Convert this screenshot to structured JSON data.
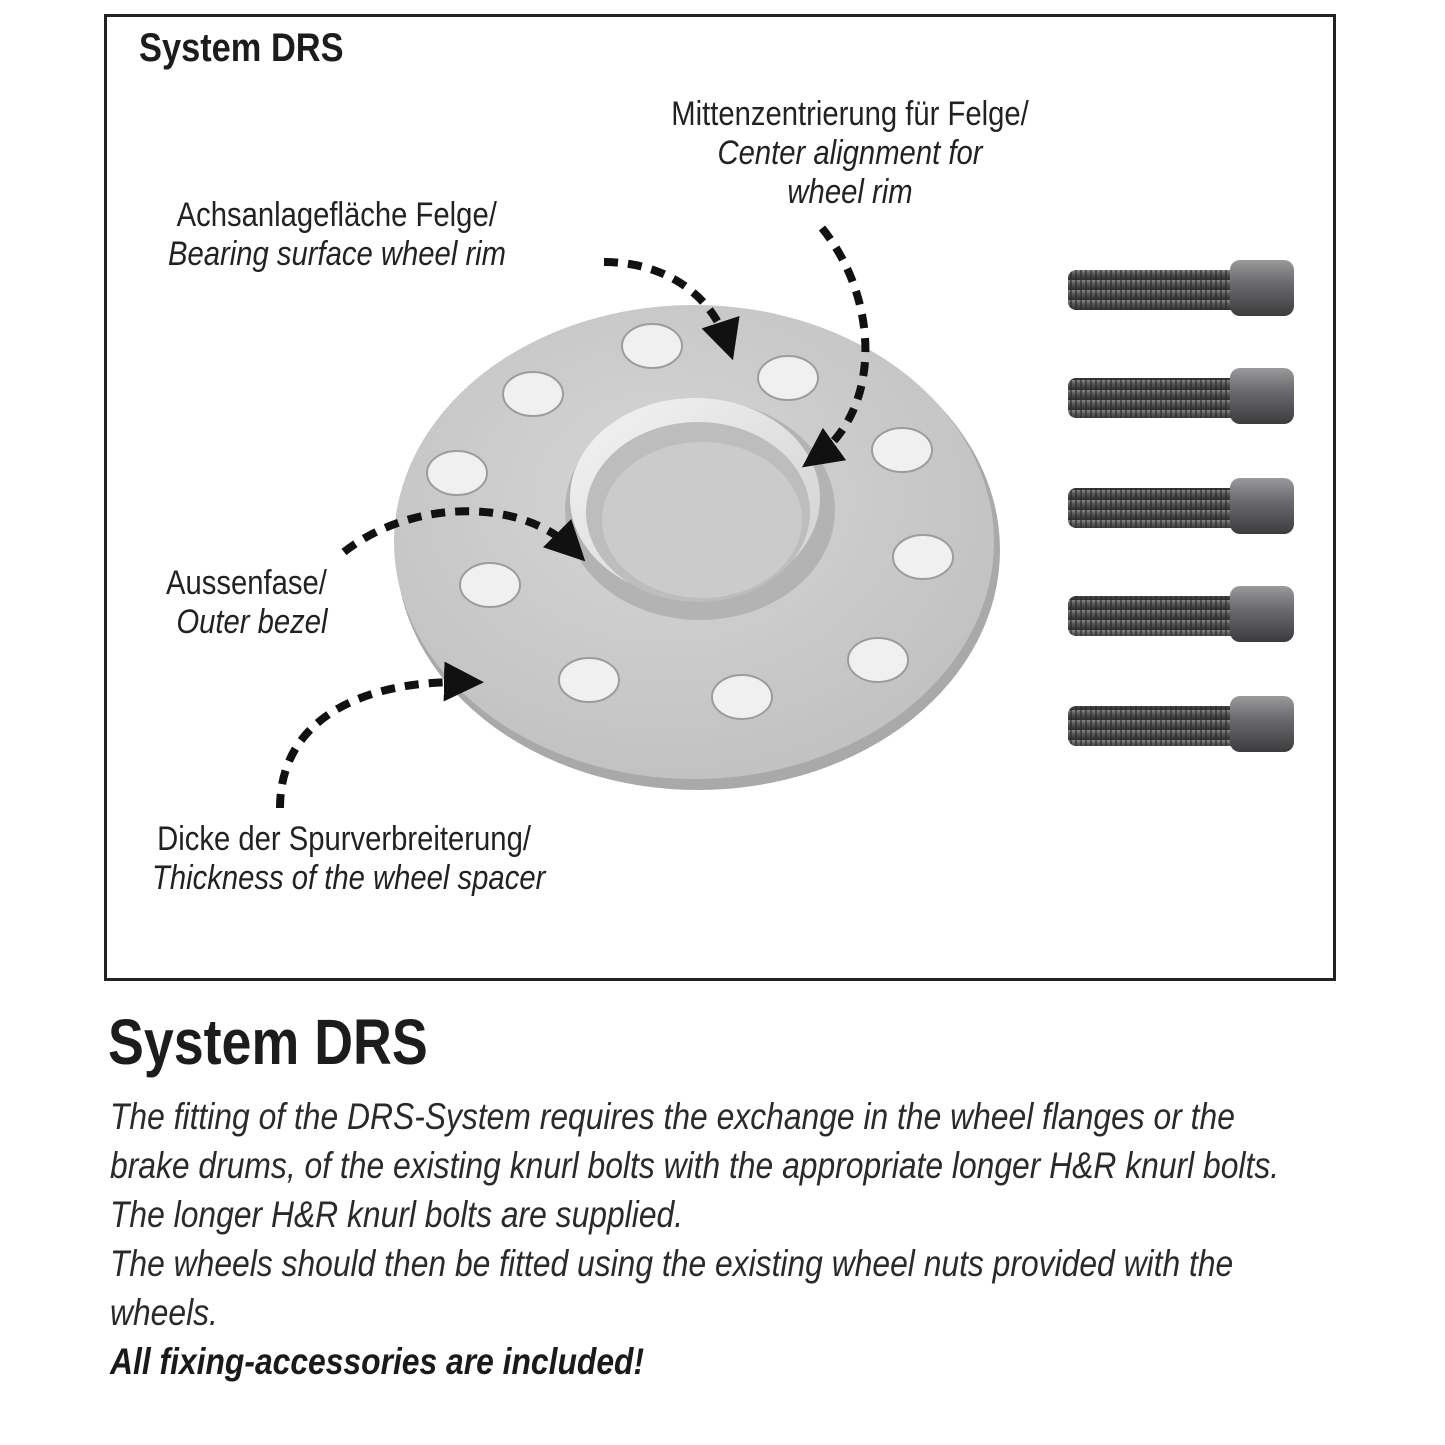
{
  "diagram": {
    "frame_title": "System DRS",
    "labels": {
      "center_alignment": {
        "de": "Mittenzentrierung für Felge/",
        "en_line1": "Center alignment for",
        "en_line2": "wheel rim"
      },
      "bearing_surface": {
        "de": "Achsanlagefläche Felge/",
        "en": "Bearing surface wheel rim"
      },
      "outer_bezel": {
        "de": "Aussenfase/",
        "en": "Outer bezel"
      },
      "thickness": {
        "de": "Dicke der Spurverbreiterung/",
        "en": "Thickness of the wheel spacer"
      }
    },
    "spacer_bolt_holes": 10,
    "knurl_bolts": 5,
    "colors": {
      "spacer": "#c9c9c9",
      "bolt": "#4a4a4c",
      "frame": "#222222",
      "arrow": "#111111"
    }
  },
  "section": {
    "title": "System DRS",
    "paragraphs": [
      "The fitting of the DRS-System requires the exchange in the wheel flanges or the brake drums, of the existing knurl bolts with the appropriate longer H&R knurl bolts.",
      "The longer H&R knurl bolts are supplied.",
      "The wheels should then be fitted using the existing wheel nuts provided with the wheels."
    ],
    "emphasis": "All fixing-accessories are included!"
  }
}
